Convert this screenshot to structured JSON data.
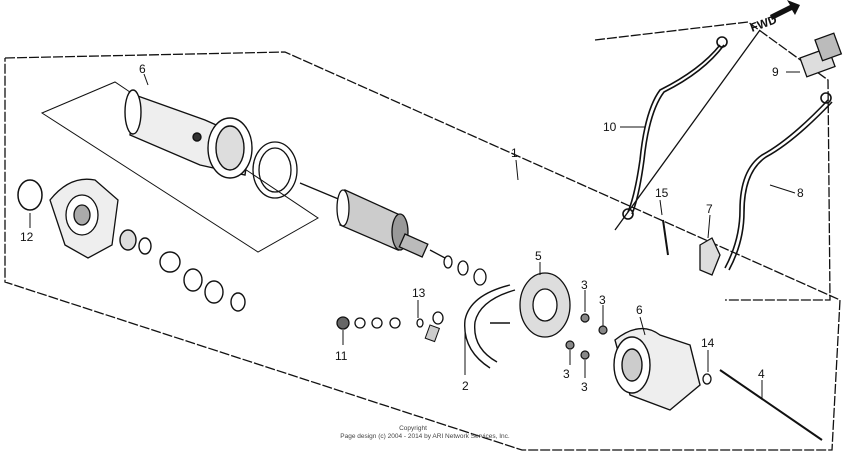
{
  "diagram": {
    "direction_label": "FWD",
    "callouts": {
      "c1": "1",
      "c2": "2",
      "c3a": "3",
      "c3b": "3",
      "c3c": "3",
      "c3d": "3",
      "c4": "4",
      "c5": "5",
      "c6a": "6",
      "c6b": "6",
      "c7": "7",
      "c8": "8",
      "c9": "9",
      "c10": "10",
      "c11": "11",
      "c12": "12",
      "c13": "13",
      "c14": "14",
      "c15": "15"
    }
  },
  "footer": {
    "line1": "Copyright",
    "line2": "Page design (c) 2004 - 2014 by ARI Network Services, Inc."
  },
  "colors": {
    "ink": "#111111",
    "background": "#ffffff"
  }
}
